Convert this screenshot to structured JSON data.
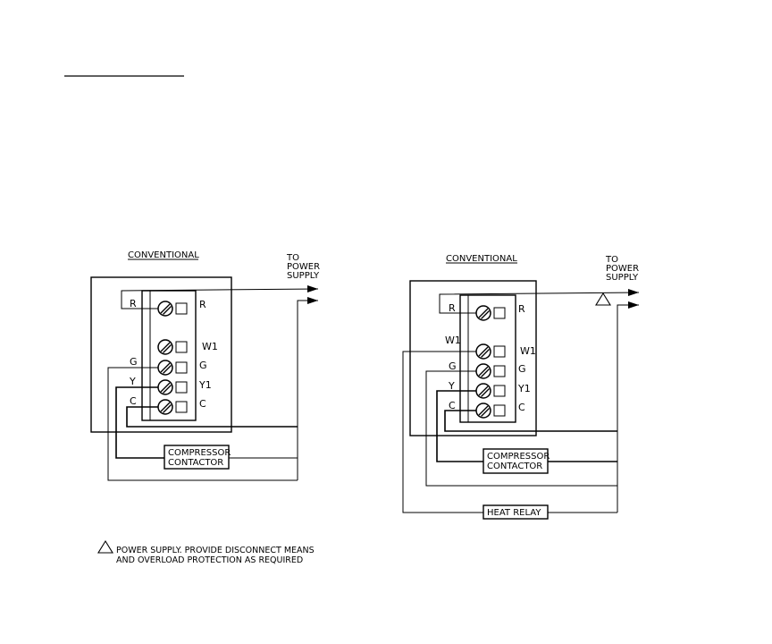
{
  "left_diagram": {
    "title": "CONVENTIONAL",
    "power_supply": [
      "TO",
      "POWER",
      "SUPPLY"
    ],
    "terminals_left": [
      "R",
      "G",
      "Y",
      "C"
    ],
    "terminals_right": [
      "R",
      "W1",
      "G",
      "Y1",
      "C"
    ],
    "component": [
      "COMPRESSOR",
      "CONTACTOR"
    ]
  },
  "right_diagram": {
    "title": "CONVENTIONAL",
    "power_supply": [
      "TO",
      "POWER",
      "SUPPLY"
    ],
    "terminals_left": [
      "R",
      "W1",
      "G",
      "Y",
      "C"
    ],
    "terminals_right": [
      "R",
      "W1",
      "G",
      "Y1",
      "C"
    ],
    "components": {
      "compressor": [
        "COMPRESSOR",
        "CONTACTOR"
      ],
      "heat_relay": "HEAT RELAY"
    }
  },
  "footnote": [
    "POWER SUPPLY. PROVIDE DISCONNECT MEANS",
    "AND OVERLOAD PROTECTION AS REQUIRED"
  ]
}
